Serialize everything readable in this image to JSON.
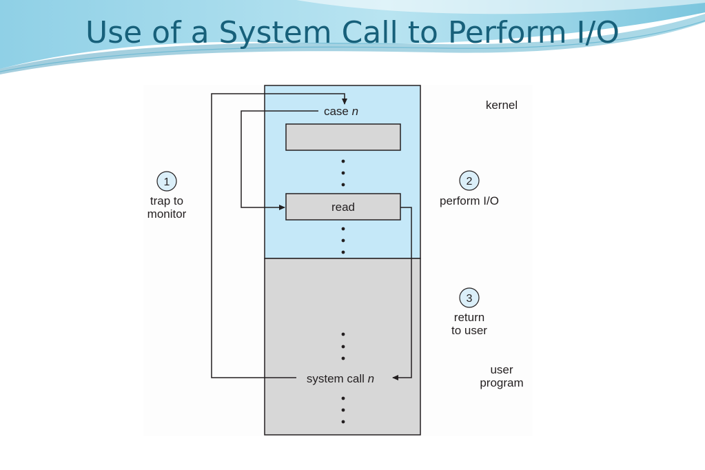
{
  "slide": {
    "title": "Use of a System Call to Perform I/O"
  },
  "diagram": {
    "region_labels": {
      "kernel": "kernel",
      "user_program": [
        "user",
        "program"
      ]
    },
    "boxes": {
      "case": {
        "prefix": "case ",
        "variable": "n"
      },
      "read": "read",
      "system_call": {
        "prefix": "system call ",
        "variable": "n"
      }
    },
    "steps": [
      {
        "number": "1",
        "lines": [
          "trap to",
          "monitor"
        ]
      },
      {
        "number": "2",
        "lines": [
          "perform I/O"
        ]
      },
      {
        "number": "3",
        "lines": [
          "return",
          "to user"
        ]
      }
    ]
  },
  "colors": {
    "title": "#17607a",
    "kernel_fill": "#c5e8f8",
    "user_fill": "#d7d7d7",
    "step_circle_fill": "#dbeff9",
    "line": "#231f20"
  }
}
